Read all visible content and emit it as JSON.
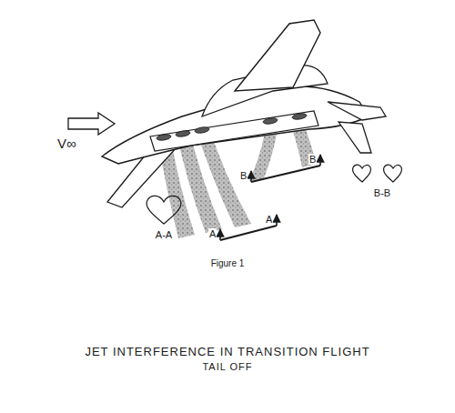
{
  "diagram": {
    "title": "JET INTERFERENCE IN TRANSITION FLIGHT",
    "caption": "Figure 1",
    "labels": [
      "V∞",
      "A",
      "A",
      "B",
      "B",
      "A-A",
      "B-B",
      "TAIL OFF"
    ]
  }
}
